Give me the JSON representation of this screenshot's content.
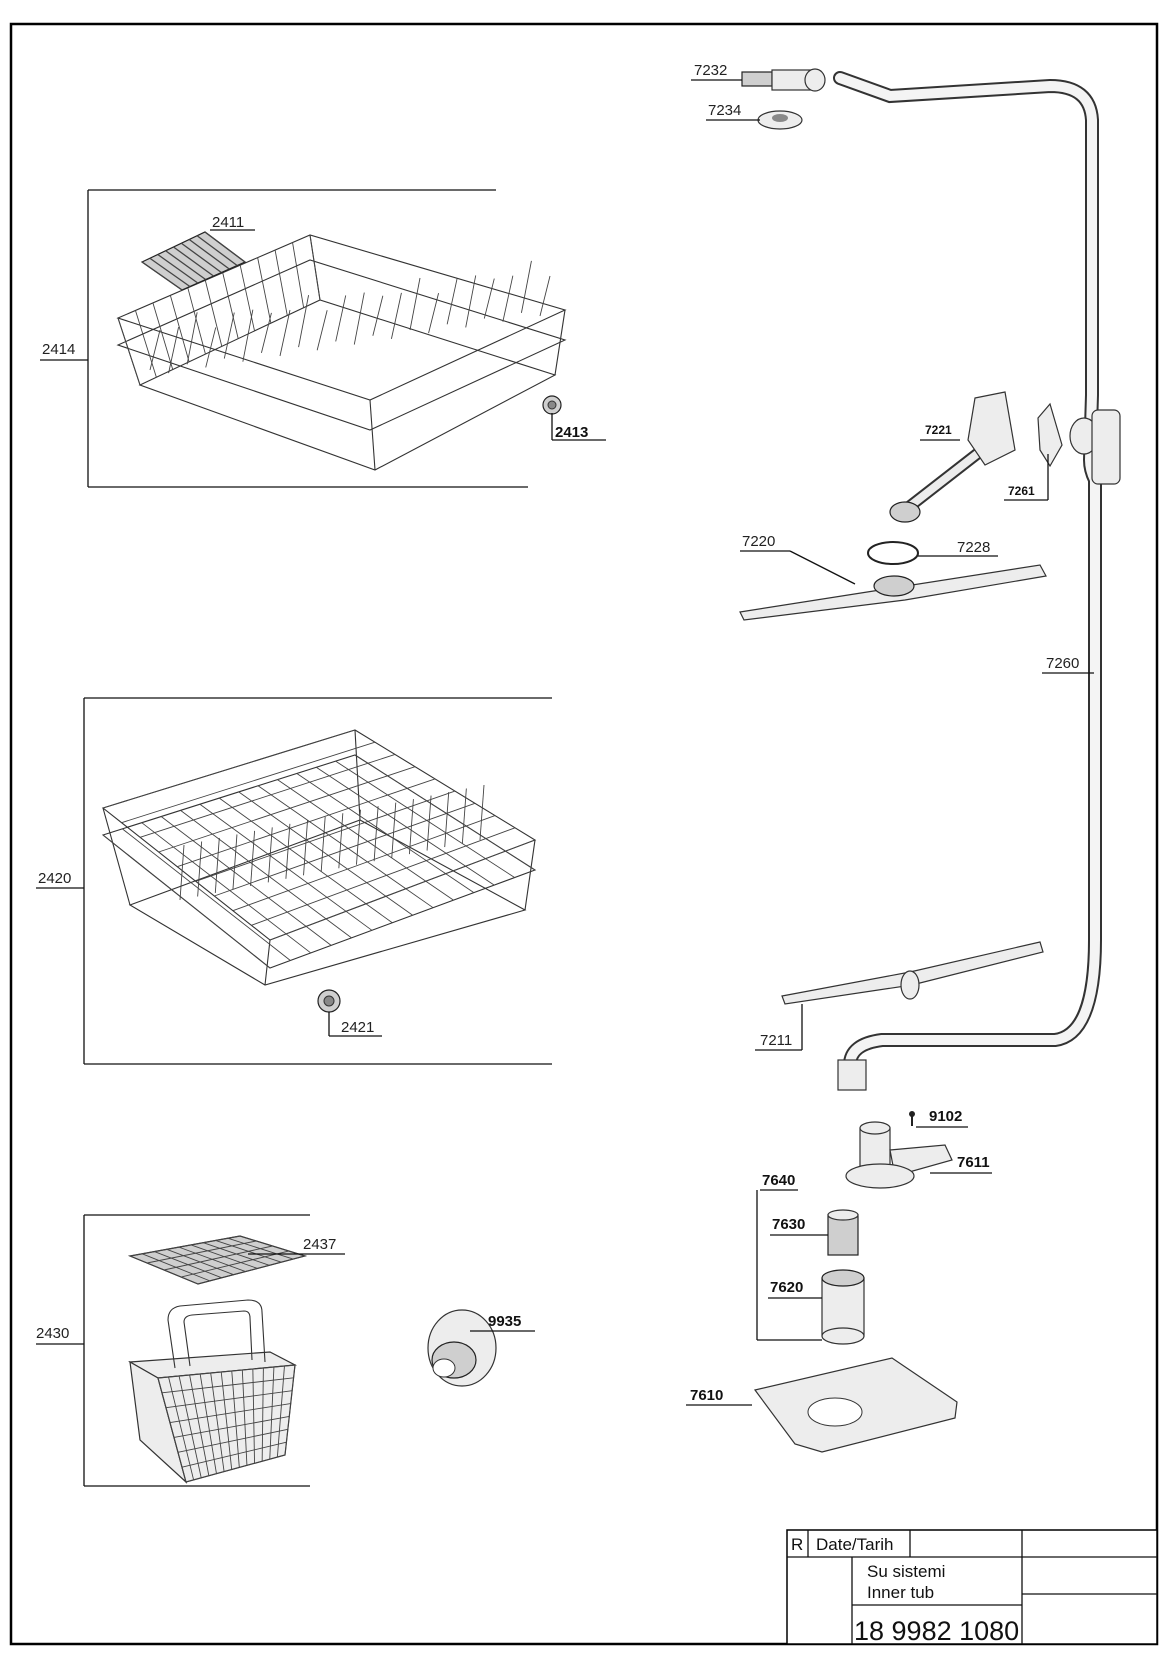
{
  "labels": {
    "p2411": "2411",
    "p2414": "2414",
    "p2413": "2413",
    "p2420": "2420",
    "p2421": "2421",
    "p2430": "2430",
    "p2437": "2437",
    "p9935": "9935",
    "p7232": "7232",
    "p7234": "7234",
    "p7221": "7221",
    "p7261": "7261",
    "p7220": "7220",
    "p7228": "7228",
    "p7260": "7260",
    "p7211": "7211",
    "p9102": "9102",
    "p7611": "7611",
    "p7640": "7640",
    "p7630": "7630",
    "p7620": "7620",
    "p7610": "7610"
  },
  "title_block": {
    "rev": "R",
    "date_label": "Date/Tarih",
    "title_tr": "Su sistemi",
    "title_en": "Inner tub",
    "doc_number": "18 9982 1080"
  }
}
